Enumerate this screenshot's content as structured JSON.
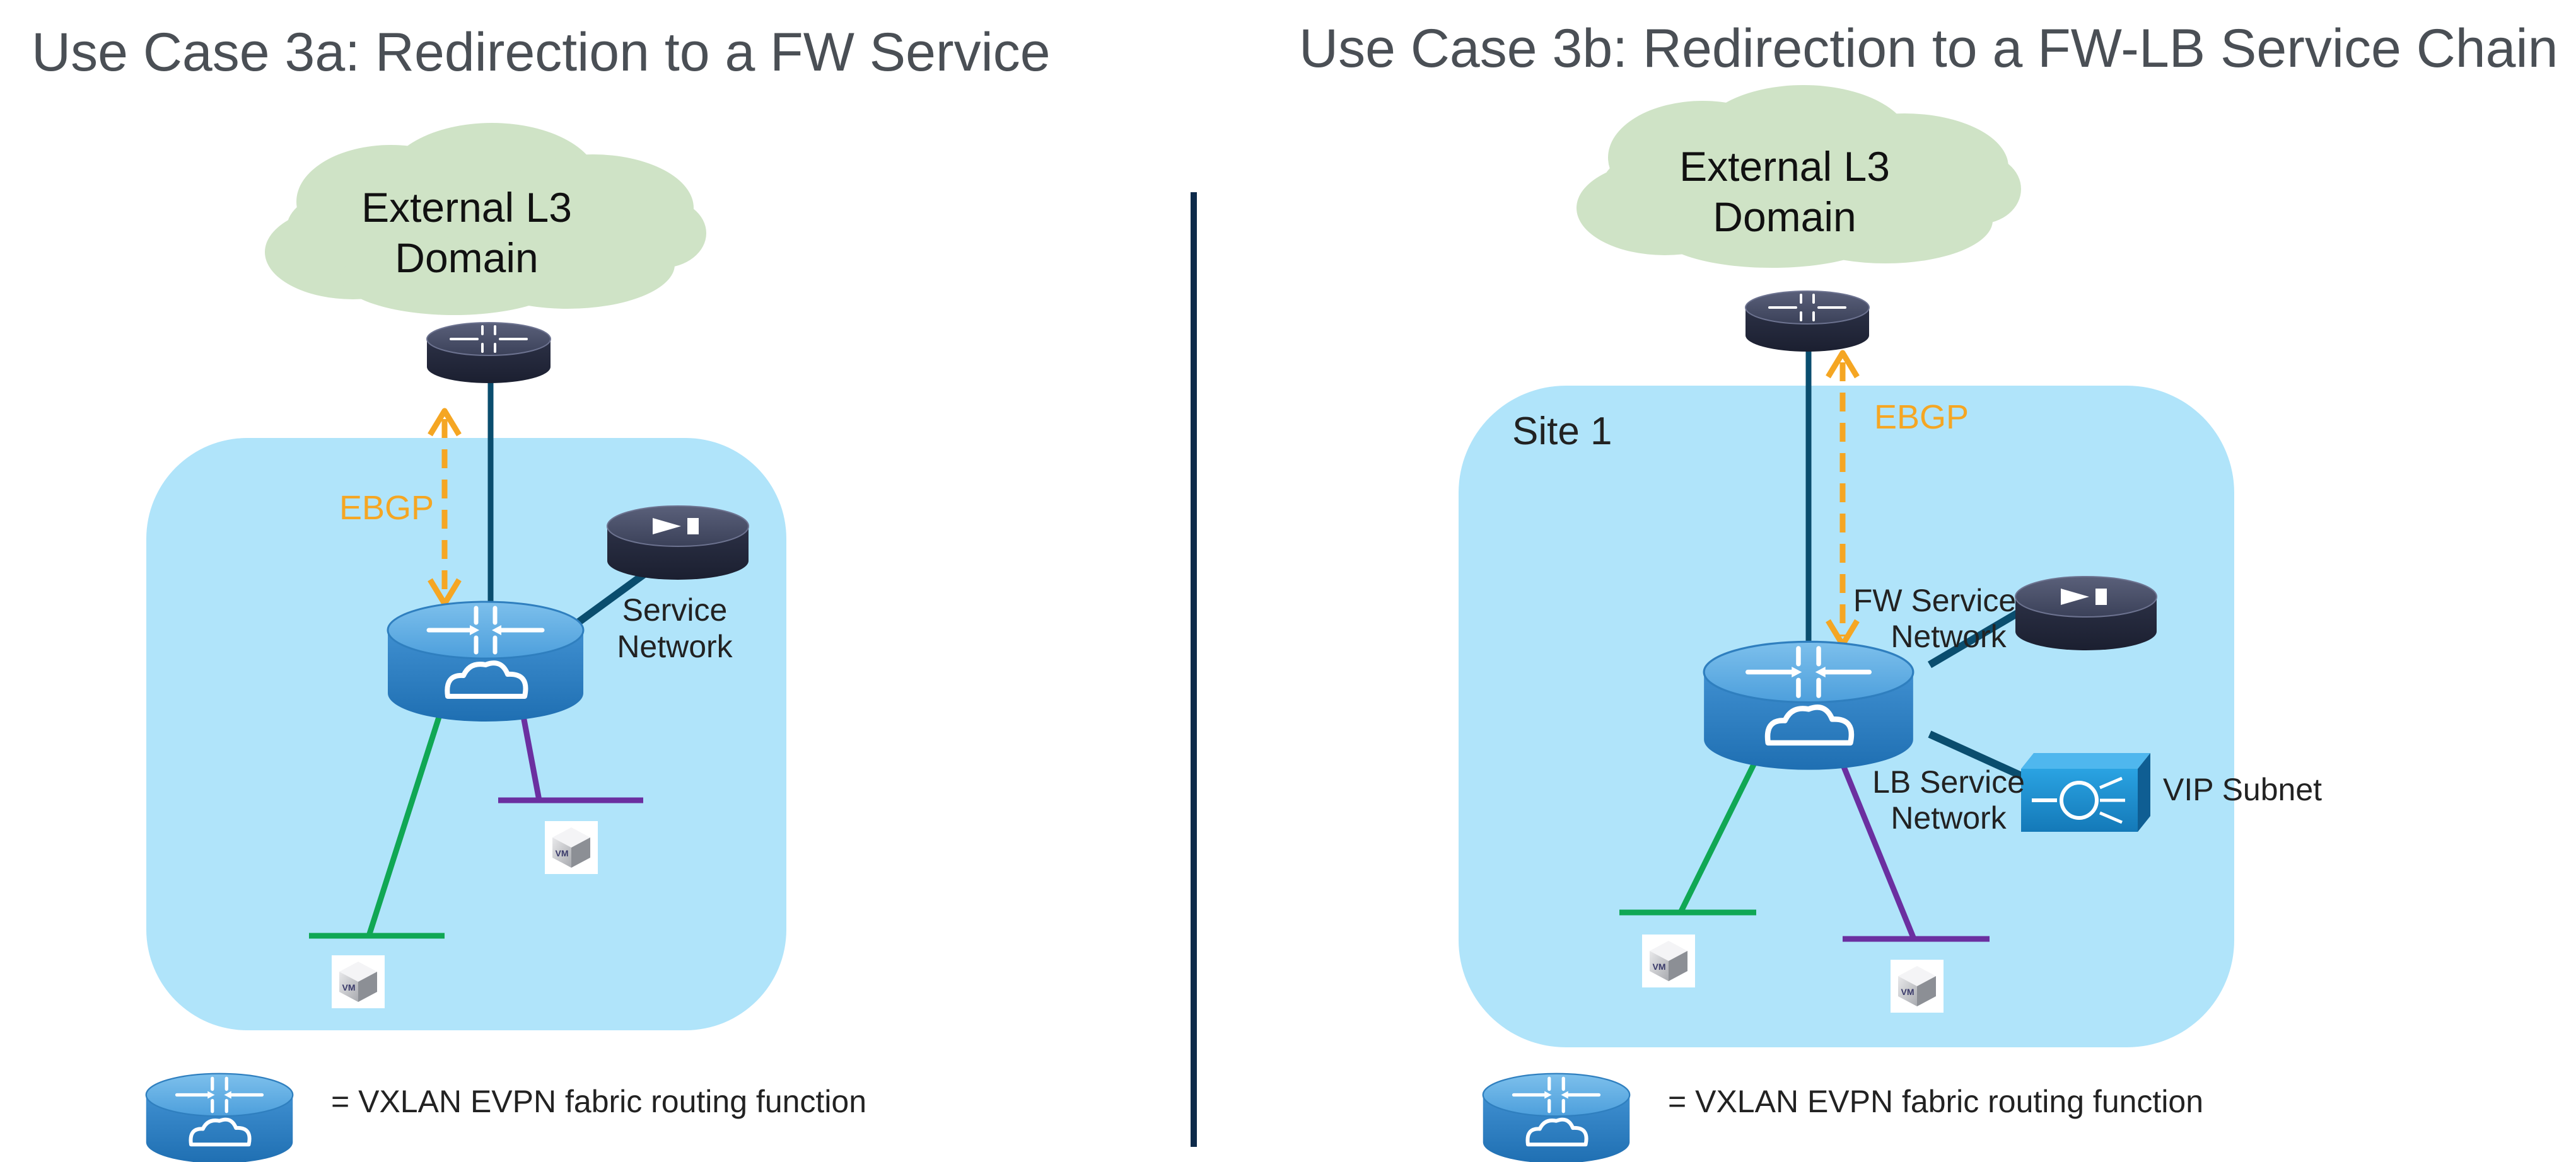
{
  "left_panel": {
    "title": "Use Case 3a: Redirection to a FW Service",
    "cloud_line1": "External L3",
    "cloud_line2": "Domain",
    "ebgp_label": "EBGP",
    "service_line1": "Service",
    "service_line2": "Network",
    "legend_text": "= VXLAN EVPN fabric routing function"
  },
  "right_panel": {
    "title": "Use Case 3b: Redirection to a FW-LB Service Chain",
    "cloud_line1": "External L3",
    "cloud_line2": "Domain",
    "ebgp_label": "EBGP",
    "site_label": "Site 1",
    "fw_line1": "FW Service",
    "fw_line2": "Network",
    "lb_line1": "LB Service",
    "lb_line2": "Network",
    "vip_label": "VIP Subnet",
    "legend_text": "= VXLAN EVPN fabric routing function"
  },
  "vm_text": "VM",
  "colors": {
    "fabric_bg": "#b0e4fa",
    "cloud": "#cfe3c6",
    "link_dark": "#0a4d6e",
    "ebgp": "#f5a623",
    "green_segment": "#10a754",
    "purple_segment": "#6b2fa0",
    "divider": "#0d2a4a",
    "fabric_switch": "#2f86c9",
    "load_balancer": "#1a8fd0",
    "router_dark": "#2e3448"
  }
}
